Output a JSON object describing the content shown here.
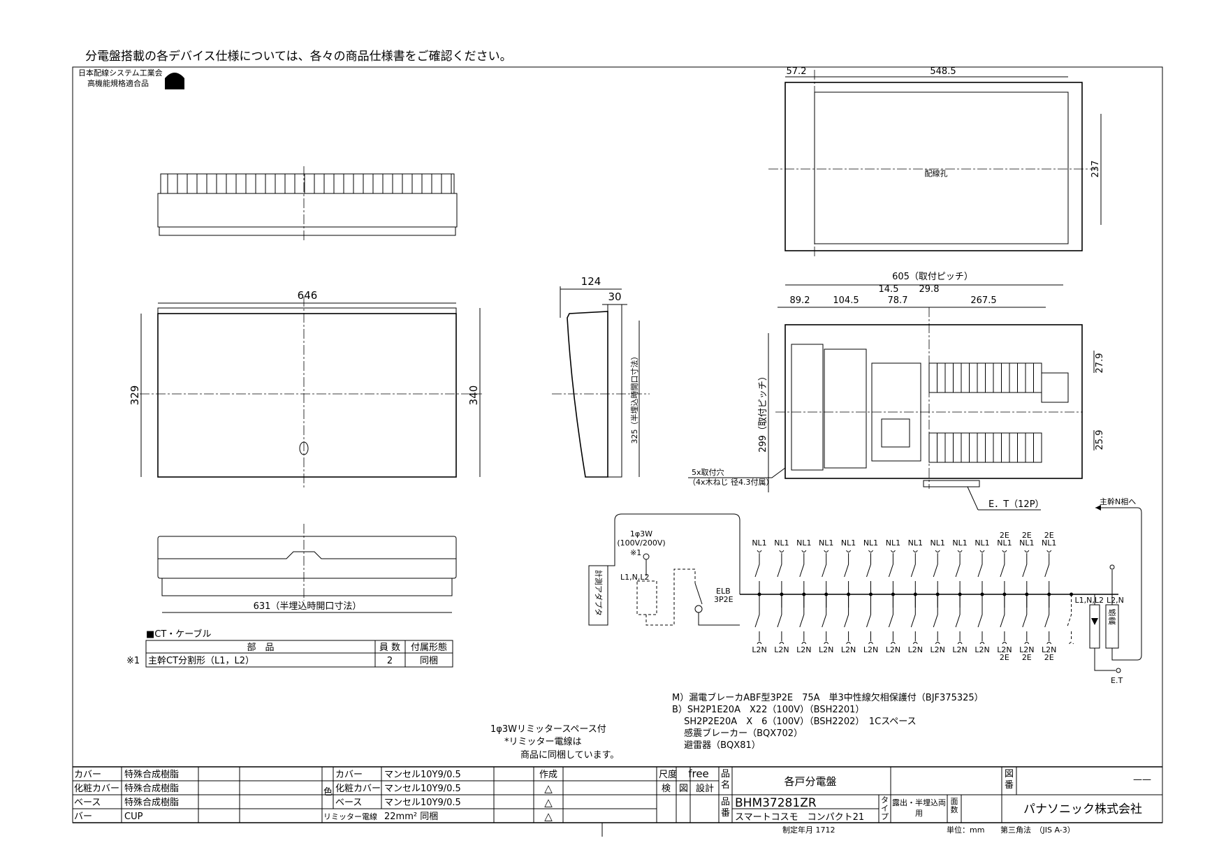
{
  "header_note": "分電盤搭載の各デバイス仕様については、各々の商品仕様書をご確認ください。",
  "certification": {
    "line1": "日本配線システム工業会",
    "line2": "高機能規格適合品"
  },
  "dims": {
    "front_width": "646",
    "front_height_left": "329",
    "front_height_right": "340",
    "side_depth": "124",
    "side_front": "30",
    "side_opening": "325（半埋込時開口寸法）",
    "bottom_opening": "631（半埋込時開口寸法）",
    "back_left": "57.2",
    "back_width": "548.5",
    "back_height": "237",
    "back_hole_label": "配線孔",
    "pitch_total": "605（取付ピッチ）",
    "d1": "89.2",
    "d2": "104.5",
    "d3": "14.5",
    "d4": "78.7",
    "d5": "29.8",
    "d6": "267.5",
    "pitch_height": "299（取付ピッチ）",
    "row1": "27.9",
    "row2": "25.9",
    "mount_holes_1": "5x取付穴",
    "mount_holes_2": "（4x木ねじ 径4.3付属）",
    "et_label": "E．T（12P）"
  },
  "ct_table": {
    "title": "■CT・ケーブル",
    "headers": [
      "部　品",
      "員 数",
      "付属形態"
    ],
    "rows": [
      {
        "mark": "※1",
        "part": "主幹CT分割形（L1，L2）",
        "qty": "2",
        "form": "同梱"
      }
    ]
  },
  "circuit": {
    "adapter": "計測アダプタ",
    "supply_1": "1φ3W",
    "supply_2": "(100V/200V)",
    "ct_mark": "※1",
    "lines": "L1,N,L2",
    "elb_1": "ELB",
    "elb_2": "3P2E",
    "top_labels": [
      "NL1",
      "NL1",
      "NL1",
      "NL1",
      "NL1",
      "NL1",
      "NL1",
      "NL1",
      "NL1",
      "NL1",
      "NL1",
      "2E NL1",
      "2E NL1",
      "2E NL1"
    ],
    "bottom_labels": [
      "L2N",
      "L2N",
      "L2N",
      "L2N",
      "L2N",
      "L2N",
      "L2N",
      "L2N",
      "L2N",
      "L2N",
      "L2N",
      "L2N 2E",
      "L2N 2E",
      "L2N 2E"
    ],
    "surge_label": "L1,N,L2",
    "seismic_label": "L2,N",
    "seismic_box": "感震",
    "return_label": "主幹N相へ",
    "earth": "E.T"
  },
  "limiter_note": [
    "1φ3Wリミッタースペース付",
    "*リミッター電線は",
    "商品に同梱しています。"
  ],
  "spec_notes": [
    "M）漏電ブレーカABF型3P2E　75A　単3中性線欠相保護付（BJF375325）",
    "B）SH2P1E20A　X22（100V）（BSH2201）",
    "　 SH2P2E20A　X　6（100V）（BSH2202）　1Cスペース",
    "　 感震ブレーカー（BQX702）",
    "　 避雷器（BQX81）"
  ],
  "title_block": {
    "materials": [
      {
        "part": "カバー",
        "material": "特殊合成樹脂"
      },
      {
        "part": "化粧カバー",
        "material": "特殊合成樹脂"
      },
      {
        "part": "ベース",
        "material": "特殊合成樹脂"
      },
      {
        "part": "バー",
        "material": "CUP"
      }
    ],
    "color_label": "色",
    "colors": [
      {
        "part": "カバー",
        "value": "マンセル10Y9/0.5"
      },
      {
        "part": "化粧カバー",
        "value": "マンセル10Y9/0.5"
      },
      {
        "part": "ベース",
        "value": "マンセル10Y9/0.5"
      }
    ],
    "limiter_wire": {
      "part": "リミッター電線",
      "value": "22mm² 同梱"
    },
    "created": "作成",
    "revisions": [
      "△",
      "△",
      "△"
    ],
    "scale_label": "尺度",
    "scale": "free",
    "check": "検",
    "drawn": "図",
    "design": "設計",
    "name_label": "品名",
    "name": "各戸分電盤",
    "number_label": "品番",
    "model": "BHM37281ZR",
    "series": "スマートコスモ　コンパクト21",
    "type_label": "タイプ",
    "type": "露出・半埋込両用",
    "faces_label": "面数",
    "drawing_no_label": "図番",
    "drawing_no": "——",
    "company": "パナソニック株式会社",
    "date": "制定年月 1712",
    "unit": "単位：mm",
    "projection": "第三角法　（JIS A-3）"
  }
}
